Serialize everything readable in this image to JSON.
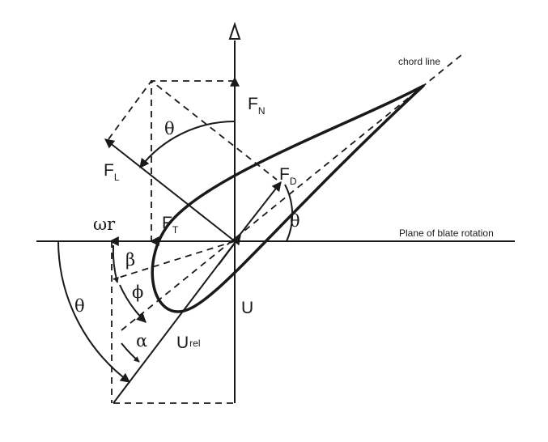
{
  "labels": {
    "chord_line": "chord line",
    "plane_of_rotation": "Plane of blate rotation",
    "theta": "θ",
    "beta": "β",
    "phi": "ϕ",
    "alpha": "α",
    "omega_r": "ωr",
    "u": "U",
    "u_rel": "U",
    "u_rel_sub": "rel",
    "f": "F",
    "sub_n": "N",
    "sub_l": "L",
    "sub_d": "D",
    "sub_t": "T"
  },
  "colors": {
    "line": "#1a1a1a",
    "background": "#ffffff"
  }
}
